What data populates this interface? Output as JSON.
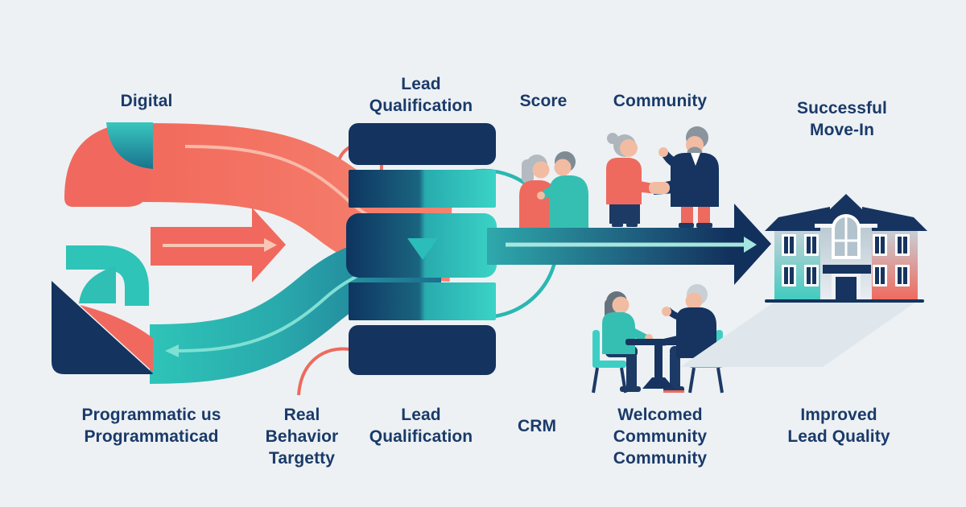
{
  "colors": {
    "background": "#EDF1F4",
    "navy": "#14335F",
    "coral": "#F1695E",
    "teal": "#2EC4B8",
    "deep_teal": "#1D6E8E",
    "light_arrow": "#A5E6DE",
    "text": "#1A3A69"
  },
  "stages": {
    "top": [
      {
        "label": "Digital"
      },
      {
        "label": "Lead\nQualification"
      },
      {
        "label": "Score"
      },
      {
        "label": "Community"
      },
      {
        "label": "Successful\nMove-In"
      }
    ],
    "bottom": [
      {
        "label": "Programmatic us\nProgrammaticad"
      },
      {
        "label": "Real\nBehavior\nTargetty"
      },
      {
        "label": "Lead\nQualification"
      },
      {
        "label": "CRM"
      },
      {
        "label": "Welcomed\nCommunity\nCommunity"
      },
      {
        "label": "Improved\nLead Quality"
      }
    ]
  }
}
